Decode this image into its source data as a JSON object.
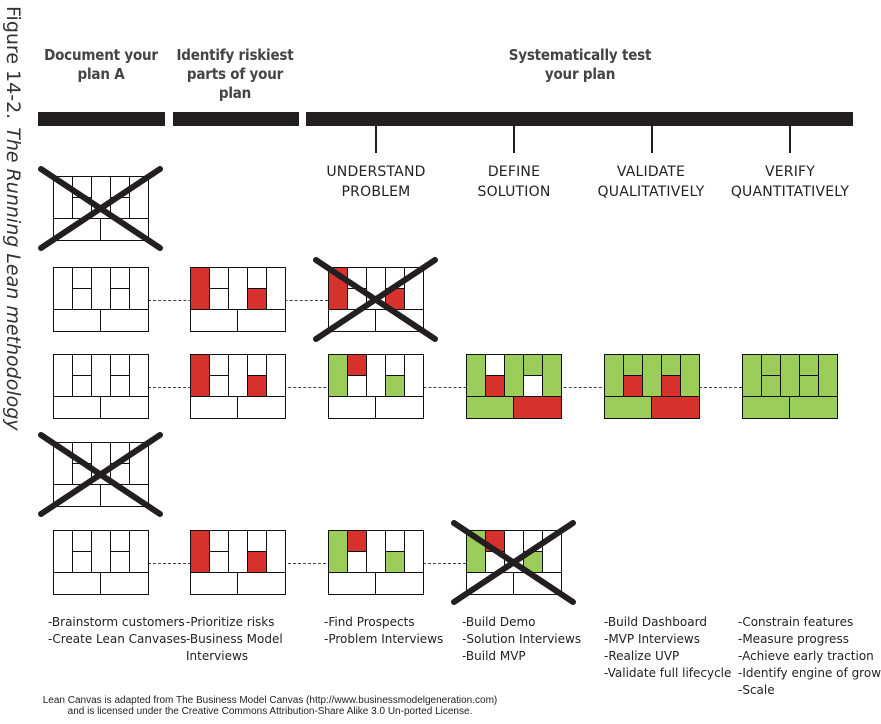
{
  "figure": {
    "number": "Figure 14-2.",
    "title": "The Running Lean methodology"
  },
  "phases": [
    {
      "label": "Document your plan A"
    },
    {
      "label": "Identify riskiest parts of your plan"
    },
    {
      "label": "Systematically test your plan"
    }
  ],
  "stages": [
    {
      "line1": "UNDERSTAND",
      "line2": "PROBLEM"
    },
    {
      "line1": "DEFINE",
      "line2": "SOLUTION"
    },
    {
      "line1": "VALIDATE",
      "line2": "QUALITATIVELY"
    },
    {
      "line1": "VERIFY",
      "line2": "QUANTITATIVELY"
    }
  ],
  "colors": {
    "red": "#d7312e",
    "green": "#9ccd5a",
    "white": "#ffffff",
    "ink": "#231f20"
  },
  "canvases": [
    {
      "col": 0,
      "row": 0,
      "cells": "wwwwwwwwww",
      "crossed": true
    },
    {
      "col": 0,
      "row": 1,
      "cells": "wwwwwwwwww",
      "crossed": false
    },
    {
      "col": 1,
      "row": 1,
      "cells": "rwwwwrwwww",
      "crossed": false
    },
    {
      "col": 2,
      "row": 1,
      "cells": "rwwwwrwwww",
      "crossed": true
    },
    {
      "col": 0,
      "row": 2,
      "cells": "wwwwwwwwww",
      "crossed": false
    },
    {
      "col": 1,
      "row": 2,
      "cells": "rwwwwrwwww",
      "crossed": false
    },
    {
      "col": 2,
      "row": 2,
      "cells": "grwwwgwwwr",
      "crossed": false
    },
    {
      "col": 3,
      "row": 2,
      "cells": "gwrggwggrg",
      "crossed": false
    },
    {
      "col": 4,
      "row": 2,
      "cells": "ggrggrggrg",
      "crossed": false
    },
    {
      "col": 5,
      "row": 2,
      "cells": "gggggggggg",
      "crossed": false
    },
    {
      "col": 0,
      "row": 3,
      "cells": "wwwwwwwwww",
      "crossed": true
    },
    {
      "col": 0,
      "row": 4,
      "cells": "wwwwwwwwww",
      "crossed": false
    },
    {
      "col": 1,
      "row": 4,
      "cells": "rwwwwrwwww",
      "crossed": false
    },
    {
      "col": 2,
      "row": 4,
      "cells": "grwwwgwwwr",
      "crossed": false
    },
    {
      "col": 3,
      "row": 4,
      "cells": "grwwwgwwwr",
      "crossed": true
    }
  ],
  "connectors": [
    {
      "row": 1,
      "from": 0,
      "to": 2
    },
    {
      "row": 2,
      "from": 0,
      "to": 5
    },
    {
      "row": 4,
      "from": 0,
      "to": 3
    }
  ],
  "steps": [
    [
      "-Brainstorm customers",
      "-Create Lean Canvases"
    ],
    [
      "-Prioritize risks",
      "-Business Model",
      " Interviews"
    ],
    [
      "-Find Prospects",
      "-Problem Interviews"
    ],
    [
      "-Build Demo",
      "-Solution Interviews",
      "-Build MVP"
    ],
    [
      "-Build Dashboard",
      "-MVP Interviews",
      "-Realize UVP",
      "-Validate full lifecycle"
    ],
    [
      "-Constrain features",
      "-Measure progress",
      "-Achieve early traction",
      "-Identify engine of growth",
      "-Scale"
    ]
  ],
  "footer": {
    "line1": "Lean Canvas is adapted from The Business Model Canvas (http://www.businessmodelgeneration.com)",
    "line2": "and is licensed under the Creative Commons Attribution-Share Alike 3.0 Un-ported License."
  }
}
